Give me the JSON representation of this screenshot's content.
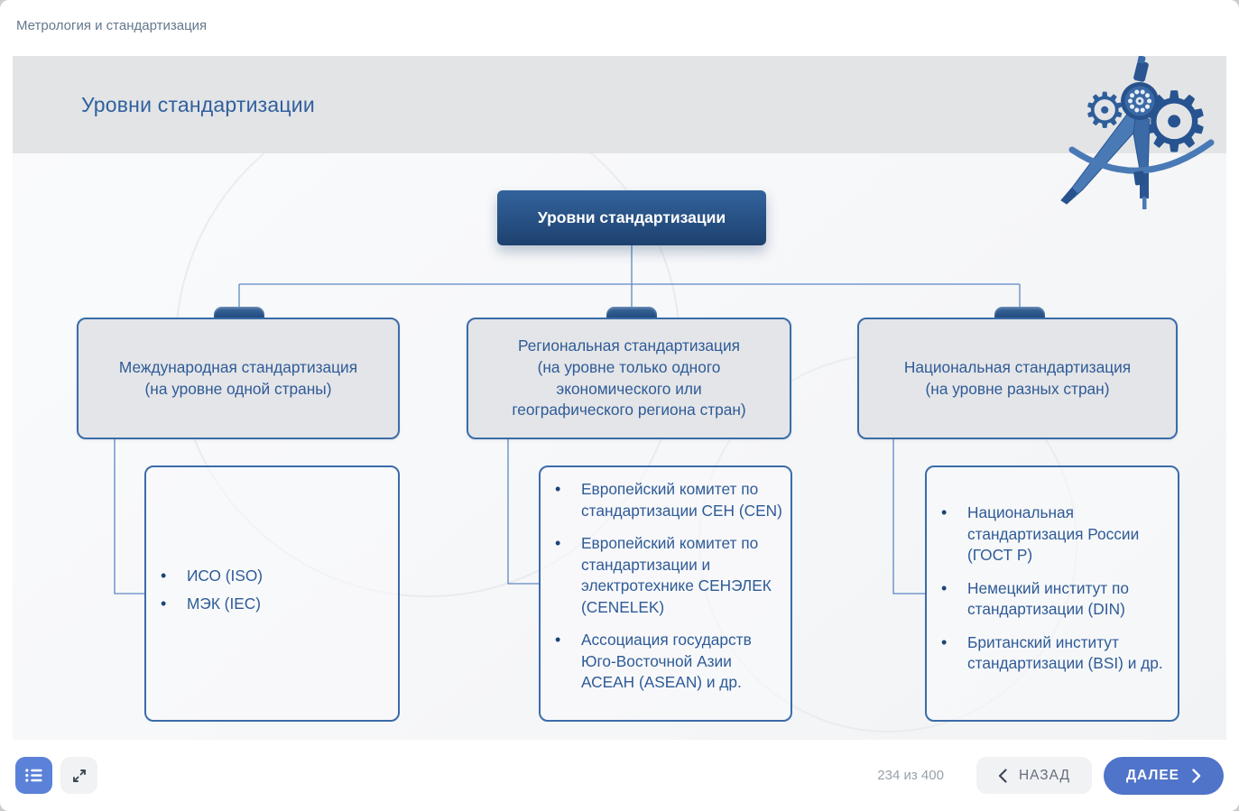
{
  "topbar": {
    "course_title": "Метрология и стандартизация"
  },
  "header": {
    "title": "Уровни стандартизации"
  },
  "icons": {
    "gear_glyph": "⚙",
    "decor": "compass-and-gears",
    "toc": "list-menu-icon",
    "fullscreen": "expand-arrows-icon",
    "back": "chevron-left",
    "next": "chevron-right"
  },
  "diagram": {
    "root_label": "Уровни стандартизации",
    "branches": [
      {
        "title": "Международная стандартизация\n(на уровне одной страны)",
        "items": [
          "ИСО (ISO)",
          "МЭК (IEC)"
        ]
      },
      {
        "title": "Региональная стандартизация\n(на уровне только одного\nэкономического или\nгеографического региона стран)",
        "items": [
          "Европейский комитет по стандартизации СЕН (CEN)",
          "Европейский комитет по стандартизации и электротехнике СЕНЭЛЕК (CENELEK)",
          "Ассоциация государств Юго-Восточной Азии АСЕАН (ASEAN) и др."
        ]
      },
      {
        "title": "Национальная стандартизация\n(на уровне разных стран)",
        "items": [
          "Национальная стандартизация России (ГОСТ Р)",
          "Немецкий институт по стандартизации (DIN)",
          "Британский институт стандартизации (BSI) и др."
        ]
      }
    ]
  },
  "footer": {
    "progress_text": "234 из 400",
    "back_label": "НАЗАД",
    "next_label": "ДАЛЕЕ"
  },
  "colors": {
    "accent": "#4f74c9",
    "node_navy": "#1d416e",
    "text_blue": "#2e5b97",
    "band_gray": "#e3e4e6"
  }
}
